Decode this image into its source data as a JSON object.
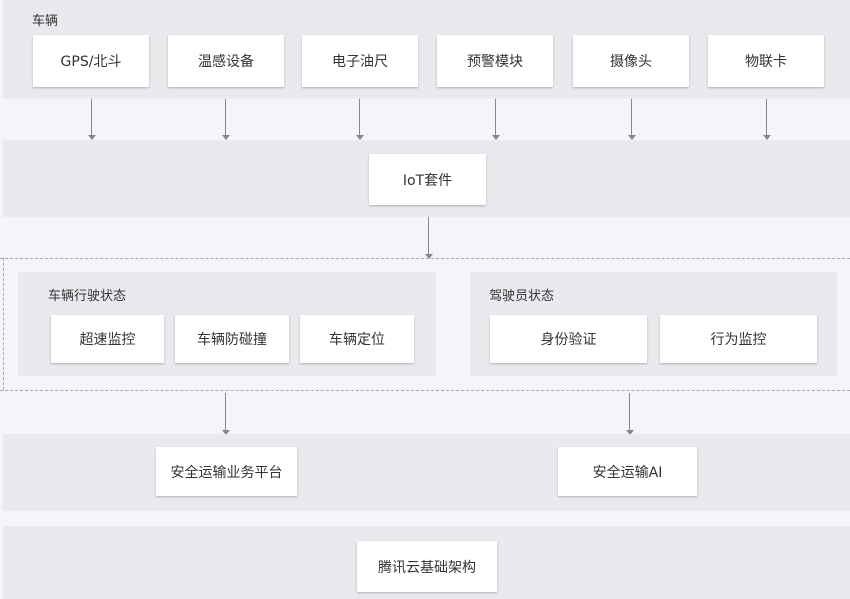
{
  "vehicle": {
    "title": "车辆",
    "devices": [
      "GPS/北斗",
      "温感设备",
      "电子油尺",
      "预警模块",
      "摄像头",
      "物联卡"
    ]
  },
  "iot": {
    "label": "IoT套件"
  },
  "vehicle_status": {
    "title": "车辆行驶状态",
    "items": [
      "超速监控",
      "车辆防碰撞",
      "车辆定位"
    ]
  },
  "driver_status": {
    "title": "驾驶员状态",
    "items": [
      "身份验证",
      "行为监控"
    ]
  },
  "platform": {
    "business": "安全运输业务平台",
    "ai": "安全运输AI"
  },
  "infrastructure": {
    "label": "腾讯云基础架构"
  }
}
